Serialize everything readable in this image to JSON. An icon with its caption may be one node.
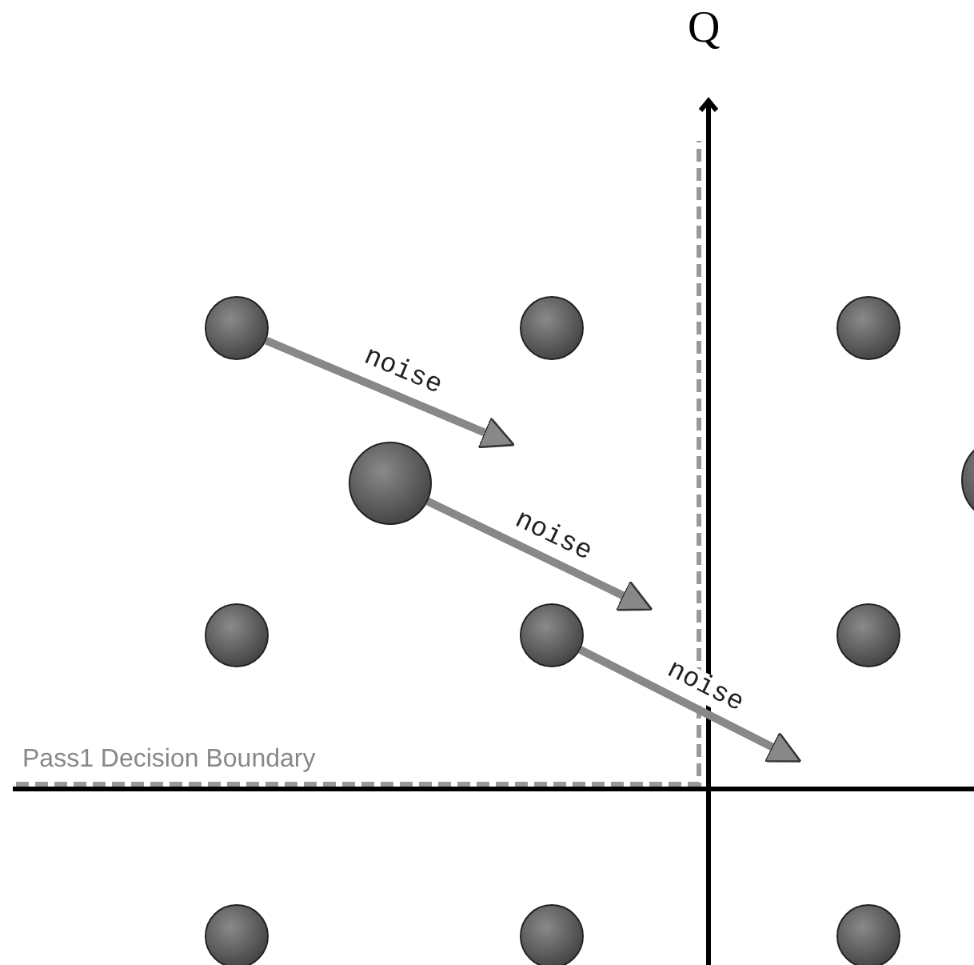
{
  "diagram": {
    "nodes": [
      {
        "text": [],
        "shape": "circle"
      },
      {
        "text": [],
        "shape": "circle"
      },
      {
        "text": [],
        "shape": "circle"
      },
      {
        "text": [],
        "shape": "circle"
      },
      {
        "text": [],
        "shape": "circle"
      },
      {
        "text": [],
        "shape": "circle"
      },
      {
        "text": [],
        "shape": "circle"
      },
      {
        "text": [],
        "shape": "circle"
      },
      {
        "text": [],
        "shape": "circle"
      },
      {
        "text": [],
        "shape": "circle"
      },
      {
        "text": [],
        "shape": "circle"
      }
    ],
    "edges": [
      {
        "from": 0,
        "to": null,
        "arrow": "to",
        "label": "noise"
      },
      {
        "from": 3,
        "to": null,
        "arrow": "to",
        "label": "noise"
      },
      {
        "from": 6,
        "to": null,
        "arrow": "to",
        "label": "noise"
      }
    ],
    "labels": [
      "Q",
      "Pass1 Decision Boundary"
    ]
  }
}
